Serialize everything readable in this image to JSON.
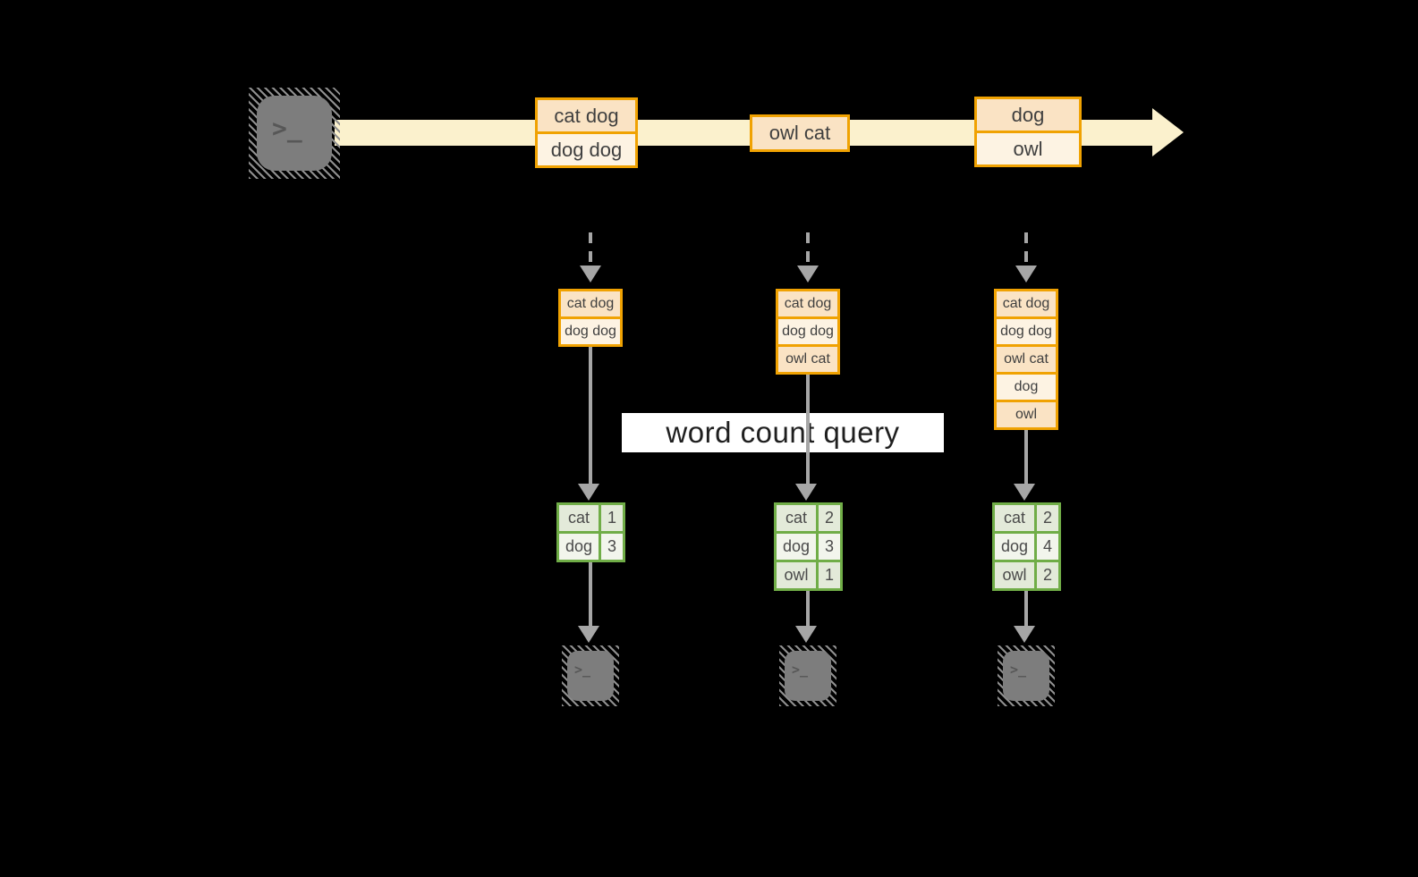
{
  "colors": {
    "background": "#000000",
    "stream_fill": "#fbf1cd",
    "event_border": "#f0a202",
    "event_fill_dark": "#fae3c4",
    "event_fill_light": "#fdf3e3",
    "table_border": "#70ad47",
    "table_row_dark": "#e3ead9",
    "table_row_light": "#f2f5ec",
    "arrow_gray": "#a6a6a6",
    "terminal_gray": "#7d7d7d",
    "label_background": "#ffffff"
  },
  "icons": {
    "terminal_prompt": ">_"
  },
  "label": {
    "text": "word count query"
  },
  "stream": {
    "events": [
      {
        "lines": [
          "cat dog",
          "dog dog"
        ]
      },
      {
        "lines": [
          "owl cat"
        ]
      },
      {
        "lines": [
          "dog",
          "owl"
        ]
      }
    ]
  },
  "columns": [
    {
      "buffer": [
        "cat dog",
        "dog dog"
      ],
      "counts": [
        [
          "cat",
          "1"
        ],
        [
          "dog",
          "3"
        ]
      ]
    },
    {
      "buffer": [
        "cat dog",
        "dog dog",
        "owl cat"
      ],
      "counts": [
        [
          "cat",
          "2"
        ],
        [
          "dog",
          "3"
        ],
        [
          "owl",
          "1"
        ]
      ]
    },
    {
      "buffer": [
        "cat dog",
        "dog dog",
        "owl cat",
        "dog",
        "owl"
      ],
      "counts": [
        [
          "cat",
          "2"
        ],
        [
          "dog",
          "4"
        ],
        [
          "owl",
          "2"
        ]
      ]
    }
  ]
}
